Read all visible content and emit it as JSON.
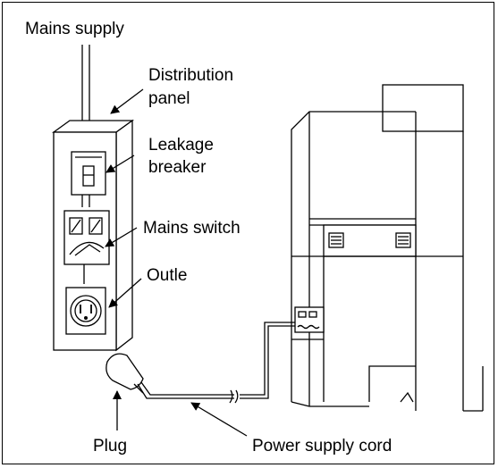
{
  "labels": {
    "title": "Mains supply",
    "distribution_1": "Distribution",
    "distribution_2": "panel",
    "leakage_1": "Leakage",
    "leakage_2": "breaker",
    "mains_switch": "Mains switch",
    "outlet": "Outle",
    "plug": "Plug",
    "power_cord": "Power supply cord"
  }
}
